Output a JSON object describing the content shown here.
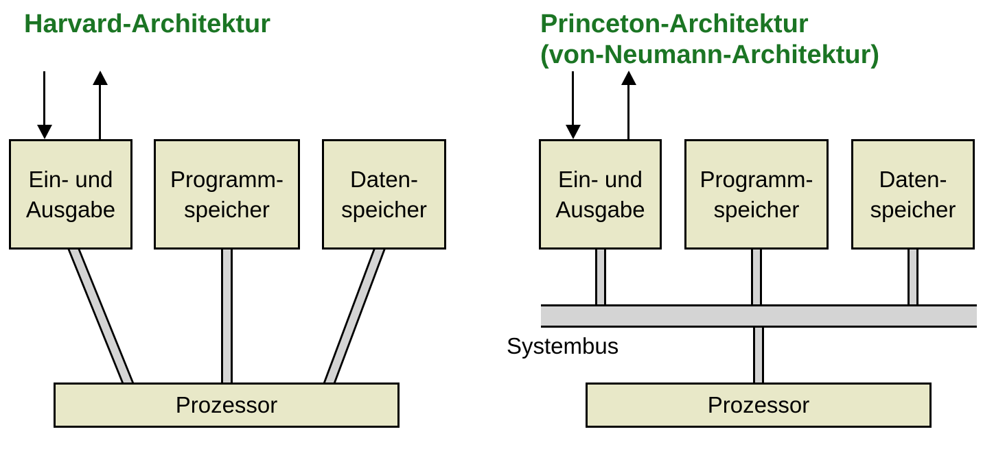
{
  "colors": {
    "title_green": "#1b7524",
    "box_fill": "#e8e8c8",
    "connector_gray": "#d4d4d4",
    "line_black": "#000000"
  },
  "left": {
    "title": "Harvard-Architektur",
    "boxes": [
      {
        "lines": [
          "Ein- und",
          "Ausgabe"
        ]
      },
      {
        "lines": [
          "Programm-",
          "speicher"
        ]
      },
      {
        "lines": [
          "Daten-",
          "speicher"
        ]
      }
    ],
    "processor_label": "Prozessor"
  },
  "right": {
    "title_line1": "Princeton-Architektur",
    "title_line2": "(von-Neumann-Architektur)",
    "boxes": [
      {
        "lines": [
          "Ein- und",
          "Ausgabe"
        ]
      },
      {
        "lines": [
          "Programm-",
          "speicher"
        ]
      },
      {
        "lines": [
          "Daten-",
          "speicher"
        ]
      }
    ],
    "bus_label": "Systembus",
    "processor_label": "Prozessor"
  }
}
